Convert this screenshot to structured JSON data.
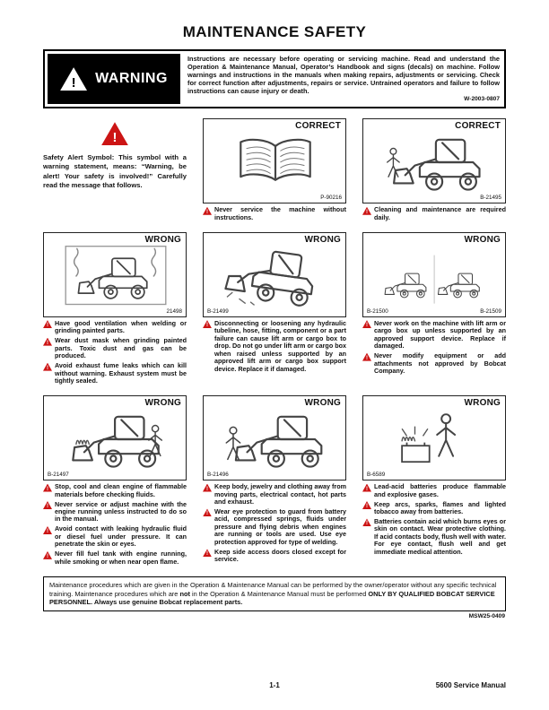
{
  "colors": {
    "warning_red": "#cc1414",
    "banner_black": "#000000"
  },
  "page": {
    "title": "MAINTENANCE SAFETY"
  },
  "warning_banner": {
    "label": "WARNING",
    "icon": "warning-triangle-icon",
    "text": "Instructions are necessary before operating or servicing machine. Read and understand the Operation & Maintenance Manual, Operator’s Handbook and signs (decals) on machine. Follow warnings and instructions in the manuals when making repairs, adjustments or servicing. Check for correct function after adjustments, repairs or service. Untrained operators and failure to follow instructions can cause injury or death.",
    "code": "W-2003-0807"
  },
  "safety_alert": {
    "icon": "safety-alert-triangle-icon",
    "text": "Safety Alert Symbol: This symbol with a warning statement, means: “Warning, be alert! Your safety is involved!” Carefully read the message that follows."
  },
  "panels": [
    {
      "label": "CORRECT",
      "image": "open-book",
      "codes": [
        "P-90216"
      ],
      "captions": [
        "Never service the machine without instructions."
      ]
    },
    {
      "label": "CORRECT",
      "image": "machine-with-cab",
      "codes": [
        "B-21495"
      ],
      "captions": [
        "Cleaning and maintenance are required daily."
      ]
    },
    {
      "label": "WRONG",
      "image": "machine-welding-indoors",
      "codes": [
        "21498"
      ],
      "captions": [
        "Have good ventilation when welding or grinding painted parts.",
        "Wear dust mask when grinding painted parts. Toxic dust and gas can be produced.",
        "Avoid exhaust fume leaks which can kill without warning. Exhaust system must be tightly sealed."
      ]
    },
    {
      "label": "WRONG",
      "image": "machine-lift-arm-dropping",
      "codes": [
        "B-21499"
      ],
      "captions": [
        "Disconnecting or loosening any hydraulic tubeline, hose, fitting, component or a part failure can cause lift arm or cargo box to drop. Do not go under lift arm or cargo box when raised unless supported by an approved lift arm or cargo box support device. Replace it if damaged."
      ]
    },
    {
      "label": "WRONG",
      "image": "machines-unsupported-lift-arm",
      "codes": [
        "B-21500",
        "B-21509"
      ],
      "captions": [
        "Never work on the machine with lift arm or cargo box up unless supported by an approved support device. Replace if damaged.",
        "Never modify equipment or add attachments not approved by Bobcat Company."
      ]
    },
    {
      "label": "WRONG",
      "image": "machine-engine-fire",
      "codes": [
        "B-21497"
      ],
      "captions": [
        "Stop, cool and clean engine of flammable materials before checking fluids.",
        "Never service or adjust machine with the engine running unless instructed to do so in the manual.",
        "Avoid contact with leaking hydraulic fluid or diesel fuel under pressure. It can penetrate the skin or eyes.",
        "Never fill fuel tank with engine running, while smoking or when near open flame."
      ]
    },
    {
      "label": "WRONG",
      "image": "person-near-moving-parts",
      "codes": [
        "B-21496"
      ],
      "captions": [
        "Keep body, jewelry and clothing away from moving parts, electrical contact, hot parts and exhaust.",
        "Wear eye protection to guard from battery acid, compressed springs, fluids under pressure and flying debris when engines are running or tools are used. Use eye protection approved for type of welding.",
        "Keep side access doors closed except for service."
      ]
    },
    {
      "label": "WRONG",
      "image": "battery-explosion-person",
      "codes": [
        "B-6589"
      ],
      "captions": [
        "Lead-acid batteries produce flammable and explosive gases.",
        "Keep arcs, sparks, flames and lighted tobacco away from batteries.",
        "Batteries contain acid which burns eyes or skin on contact. Wear protective clothing. If acid contacts body, flush well with water. For eye contact, flush well and get immediate medical attention."
      ]
    }
  ],
  "maintenance_note": {
    "segments": [
      {
        "text": "Maintenance procedures which are given in the Operation & Maintenance Manual can be performed by the owner/operator without any specific technical training. Maintenance procedures which are "
      },
      {
        "text": "not"
      },
      {
        "text": " in the Operation & Maintenance Manual must be performed "
      },
      {
        "text": "ONLY BY QUALIFIED BOBCAT SERVICE PERSONNEL. Always use genuine Bobcat replacement parts."
      }
    ],
    "code": "MSW25-0409"
  },
  "footer": {
    "page_number": "1-1",
    "manual_name": "5600 Service Manual"
  }
}
